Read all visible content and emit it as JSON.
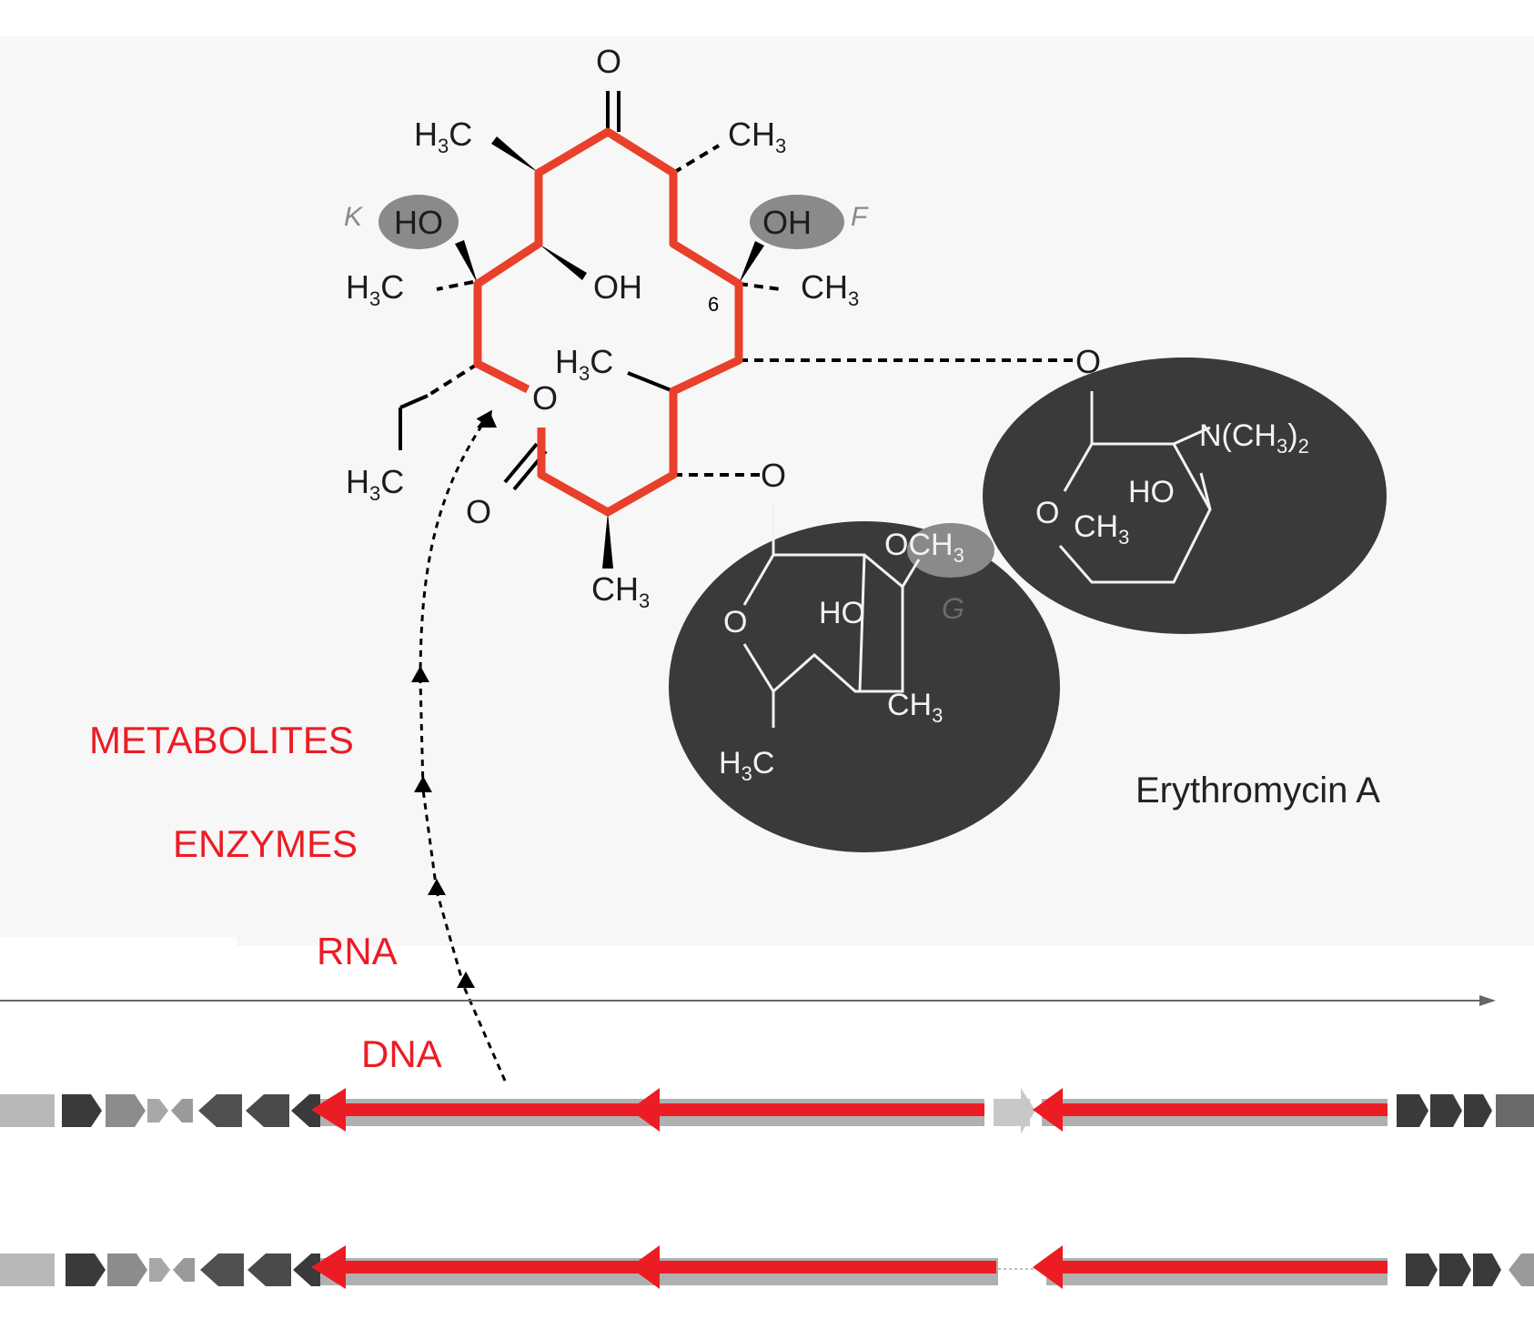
{
  "colors": {
    "backbone": "#e8402a",
    "flow_label": "#ec1c24",
    "sugar": "#3a3a3a",
    "highlight": "#8a8a8a"
  },
  "molecule": {
    "name": "Erythromycin A",
    "position_label": "6",
    "site_labels": {
      "k": "K",
      "f": "F",
      "g": "G"
    },
    "carbonyl_o": "O",
    "ring_o": "O",
    "lactone_o": "O",
    "glyco_o_upper": "O",
    "glyco_o_lower": "O"
  },
  "flow": {
    "steps": [
      "DNA",
      "RNA",
      "ENZYMES",
      "METABOLITES"
    ]
  },
  "gene_tracks": [
    {
      "name": "track-1",
      "red_arrows": 3
    },
    {
      "name": "track-2",
      "red_arrows": 3
    }
  ]
}
